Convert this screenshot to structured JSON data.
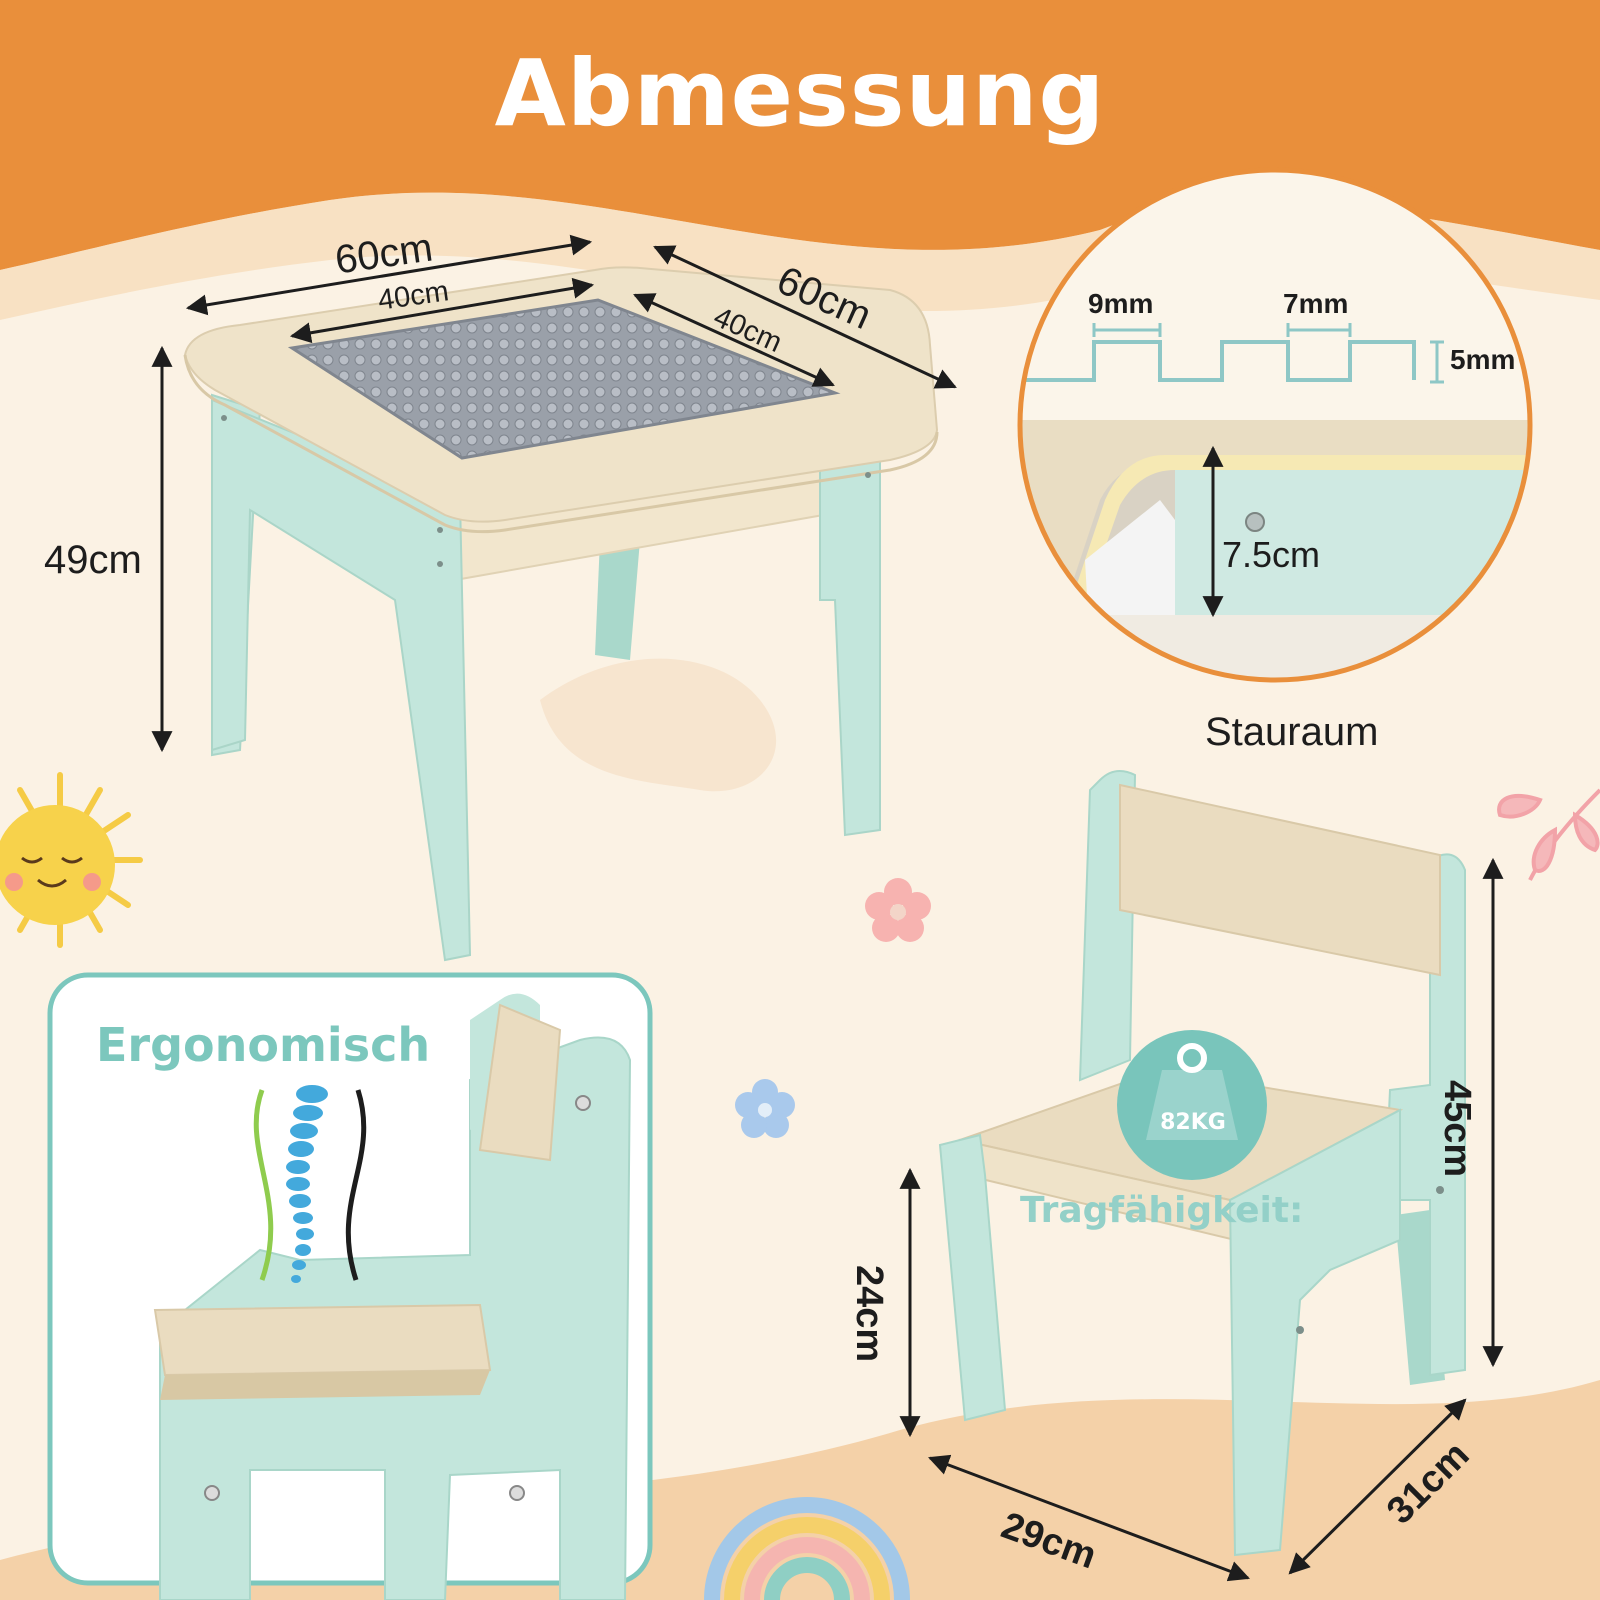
{
  "title": "Abmessung",
  "table": {
    "width_label": "60cm",
    "depth_label": "60cm",
    "inner_width_label": "40cm",
    "inner_depth_label": "40cm",
    "height_label": "49cm"
  },
  "storage": {
    "stud_width_label": "9mm",
    "stud_gap_label": "7mm",
    "stud_height_label": "5mm",
    "depth_label": "7.5cm",
    "caption": "Stauraum"
  },
  "ergonomic": {
    "heading": "Ergonomisch"
  },
  "chair": {
    "load_value": "82KG",
    "load_label": "Tragfähigkeit:",
    "back_height_label": "45cm",
    "seat_height_label": "24cm",
    "width_label": "29cm",
    "depth_label": "31cm"
  },
  "colors": {
    "banner_orange": "#e98f3b",
    "mint": "#bfe3d7",
    "wood": "#eee1c8",
    "grey_plate": "#9aa1aa",
    "teal_accent": "#79c5bb"
  }
}
